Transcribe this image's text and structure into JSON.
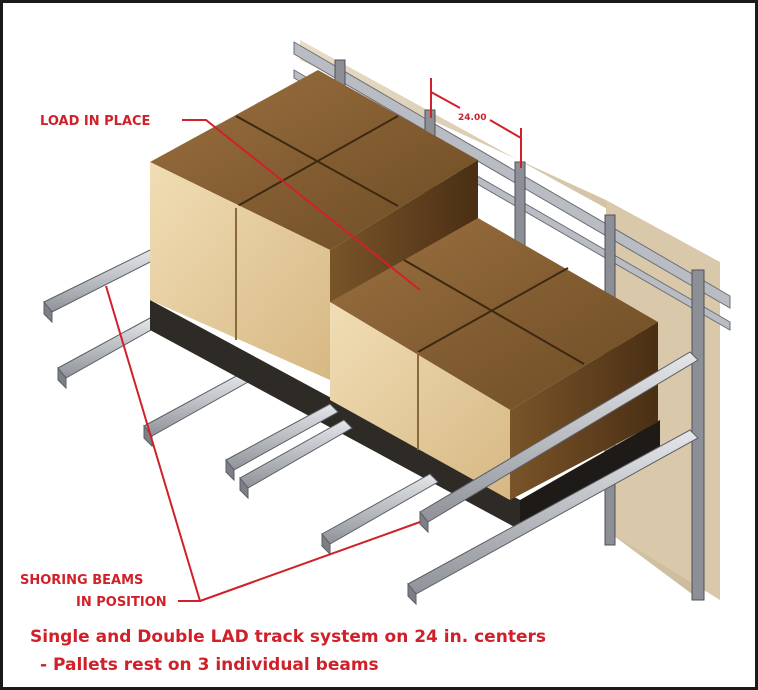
{
  "labels": {
    "load_in_place": "LOAD IN PLACE",
    "dimension": "24.00",
    "shoring_line1": "SHORING BEAMS",
    "shoring_line2": "IN POSITION"
  },
  "caption": {
    "line1": "Single and Double LAD track system on 24 in. centers",
    "line2": "- Pallets rest on 3 individual beams"
  },
  "colors": {
    "accent_red": "#d0212a",
    "wall": "#ded0b8",
    "box_front": "#e9d3a8",
    "box_side": "#6e4a22",
    "box_top": "#8a6234",
    "beam": "#b8bcc2",
    "track": "#7d8086"
  }
}
